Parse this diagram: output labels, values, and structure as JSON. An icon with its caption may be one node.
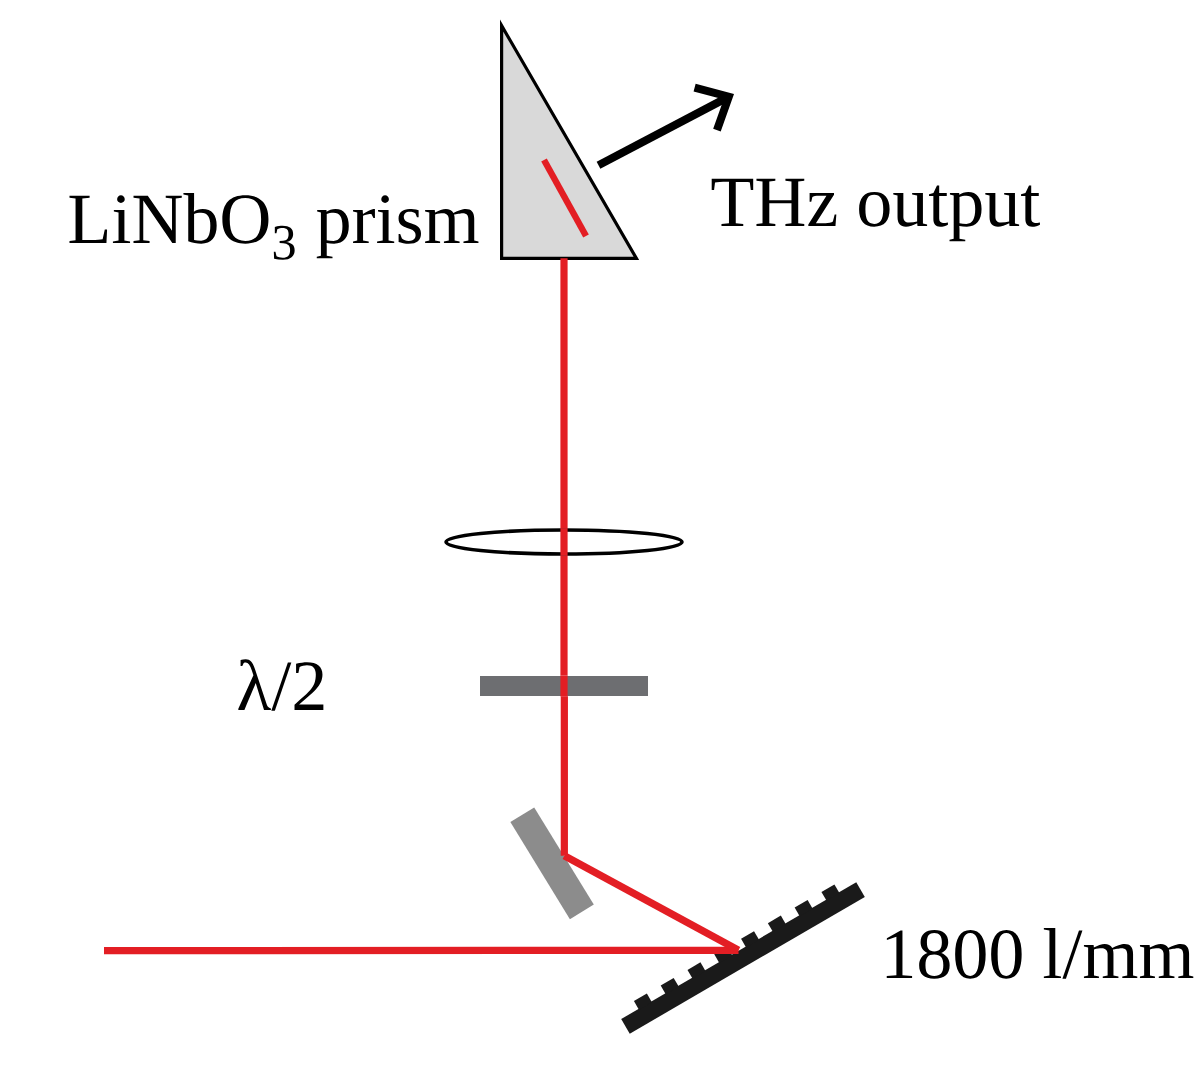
{
  "diagram": {
    "nodes": [
      {
        "text": [],
        "shape": "triangle",
        "beside": [
          "LiNbO$_{3}$ prism"
        ]
      },
      {
        "text": [],
        "shape": "ellipse"
      },
      {
        "text": [],
        "shape": "bar",
        "beside": [
          "λ/2"
        ]
      },
      {
        "text": [],
        "shape": "bar"
      },
      {
        "text": [],
        "shape": "grating",
        "beside": [
          "1800 l/mm"
        ]
      }
    ],
    "edges": [
      {
        "from": null,
        "to": 4,
        "arrow": "none"
      },
      {
        "from": 4,
        "to": 3,
        "arrow": "none"
      },
      {
        "from": 3,
        "to": 2,
        "arrow": "none"
      },
      {
        "from": 2,
        "to": 1,
        "arrow": "none"
      },
      {
        "from": 1,
        "to": 0,
        "arrow": "none"
      },
      {
        "from": 0,
        "to": null,
        "arrow": "to",
        "label": "THz output",
        "color": "#000000"
      }
    ]
  }
}
